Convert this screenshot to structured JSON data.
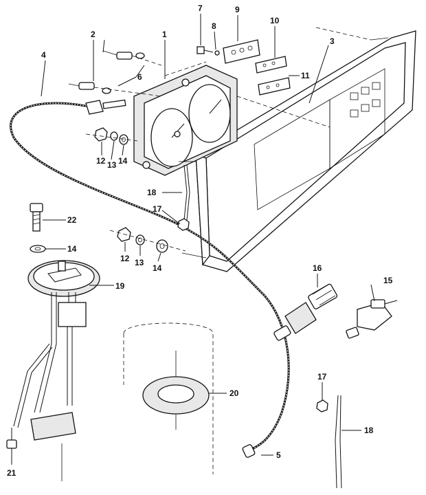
{
  "labels": {
    "p1": "1",
    "p2": "2",
    "p3": "3",
    "p4": "4",
    "p5": "5",
    "p6": "6",
    "p7": "7",
    "p8": "8",
    "p9": "9",
    "p10": "10",
    "p11": "11",
    "p12a": "12",
    "p12b": "12",
    "p13a": "13",
    "p13b": "13",
    "p14a": "14",
    "p14b": "14",
    "p14c": "14",
    "p15": "15",
    "p16": "16",
    "p17a": "17",
    "p17b": "17",
    "p18a": "18",
    "p18b": "18",
    "p19": "19",
    "p20": "20",
    "p21": "21",
    "p22": "22"
  }
}
